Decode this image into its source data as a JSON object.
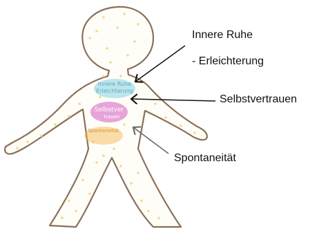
{
  "labels": {
    "innere_ruhe": "Innere Ruhe",
    "erleichterung": "- Erleichterung",
    "selbstvertrauen": "Selbstvertrauen",
    "spontaneitaet": "Spontaneität"
  },
  "body_annotations": {
    "blue_line1": "Innere Ruhe",
    "blue_line2": "Erleichterung",
    "pink_line1": "Selbstver",
    "pink_line2": "trauen",
    "orange_line": "Spontaneität"
  },
  "colors": {
    "outline": "#8a7058",
    "speckle": "#f3d98a",
    "blue_shade": "#8fd6e6",
    "pink_shade": "#d35bc0",
    "orange_shade": "#f4b44a",
    "arrow_dark": "#111111",
    "arrow_gray": "#666666"
  }
}
